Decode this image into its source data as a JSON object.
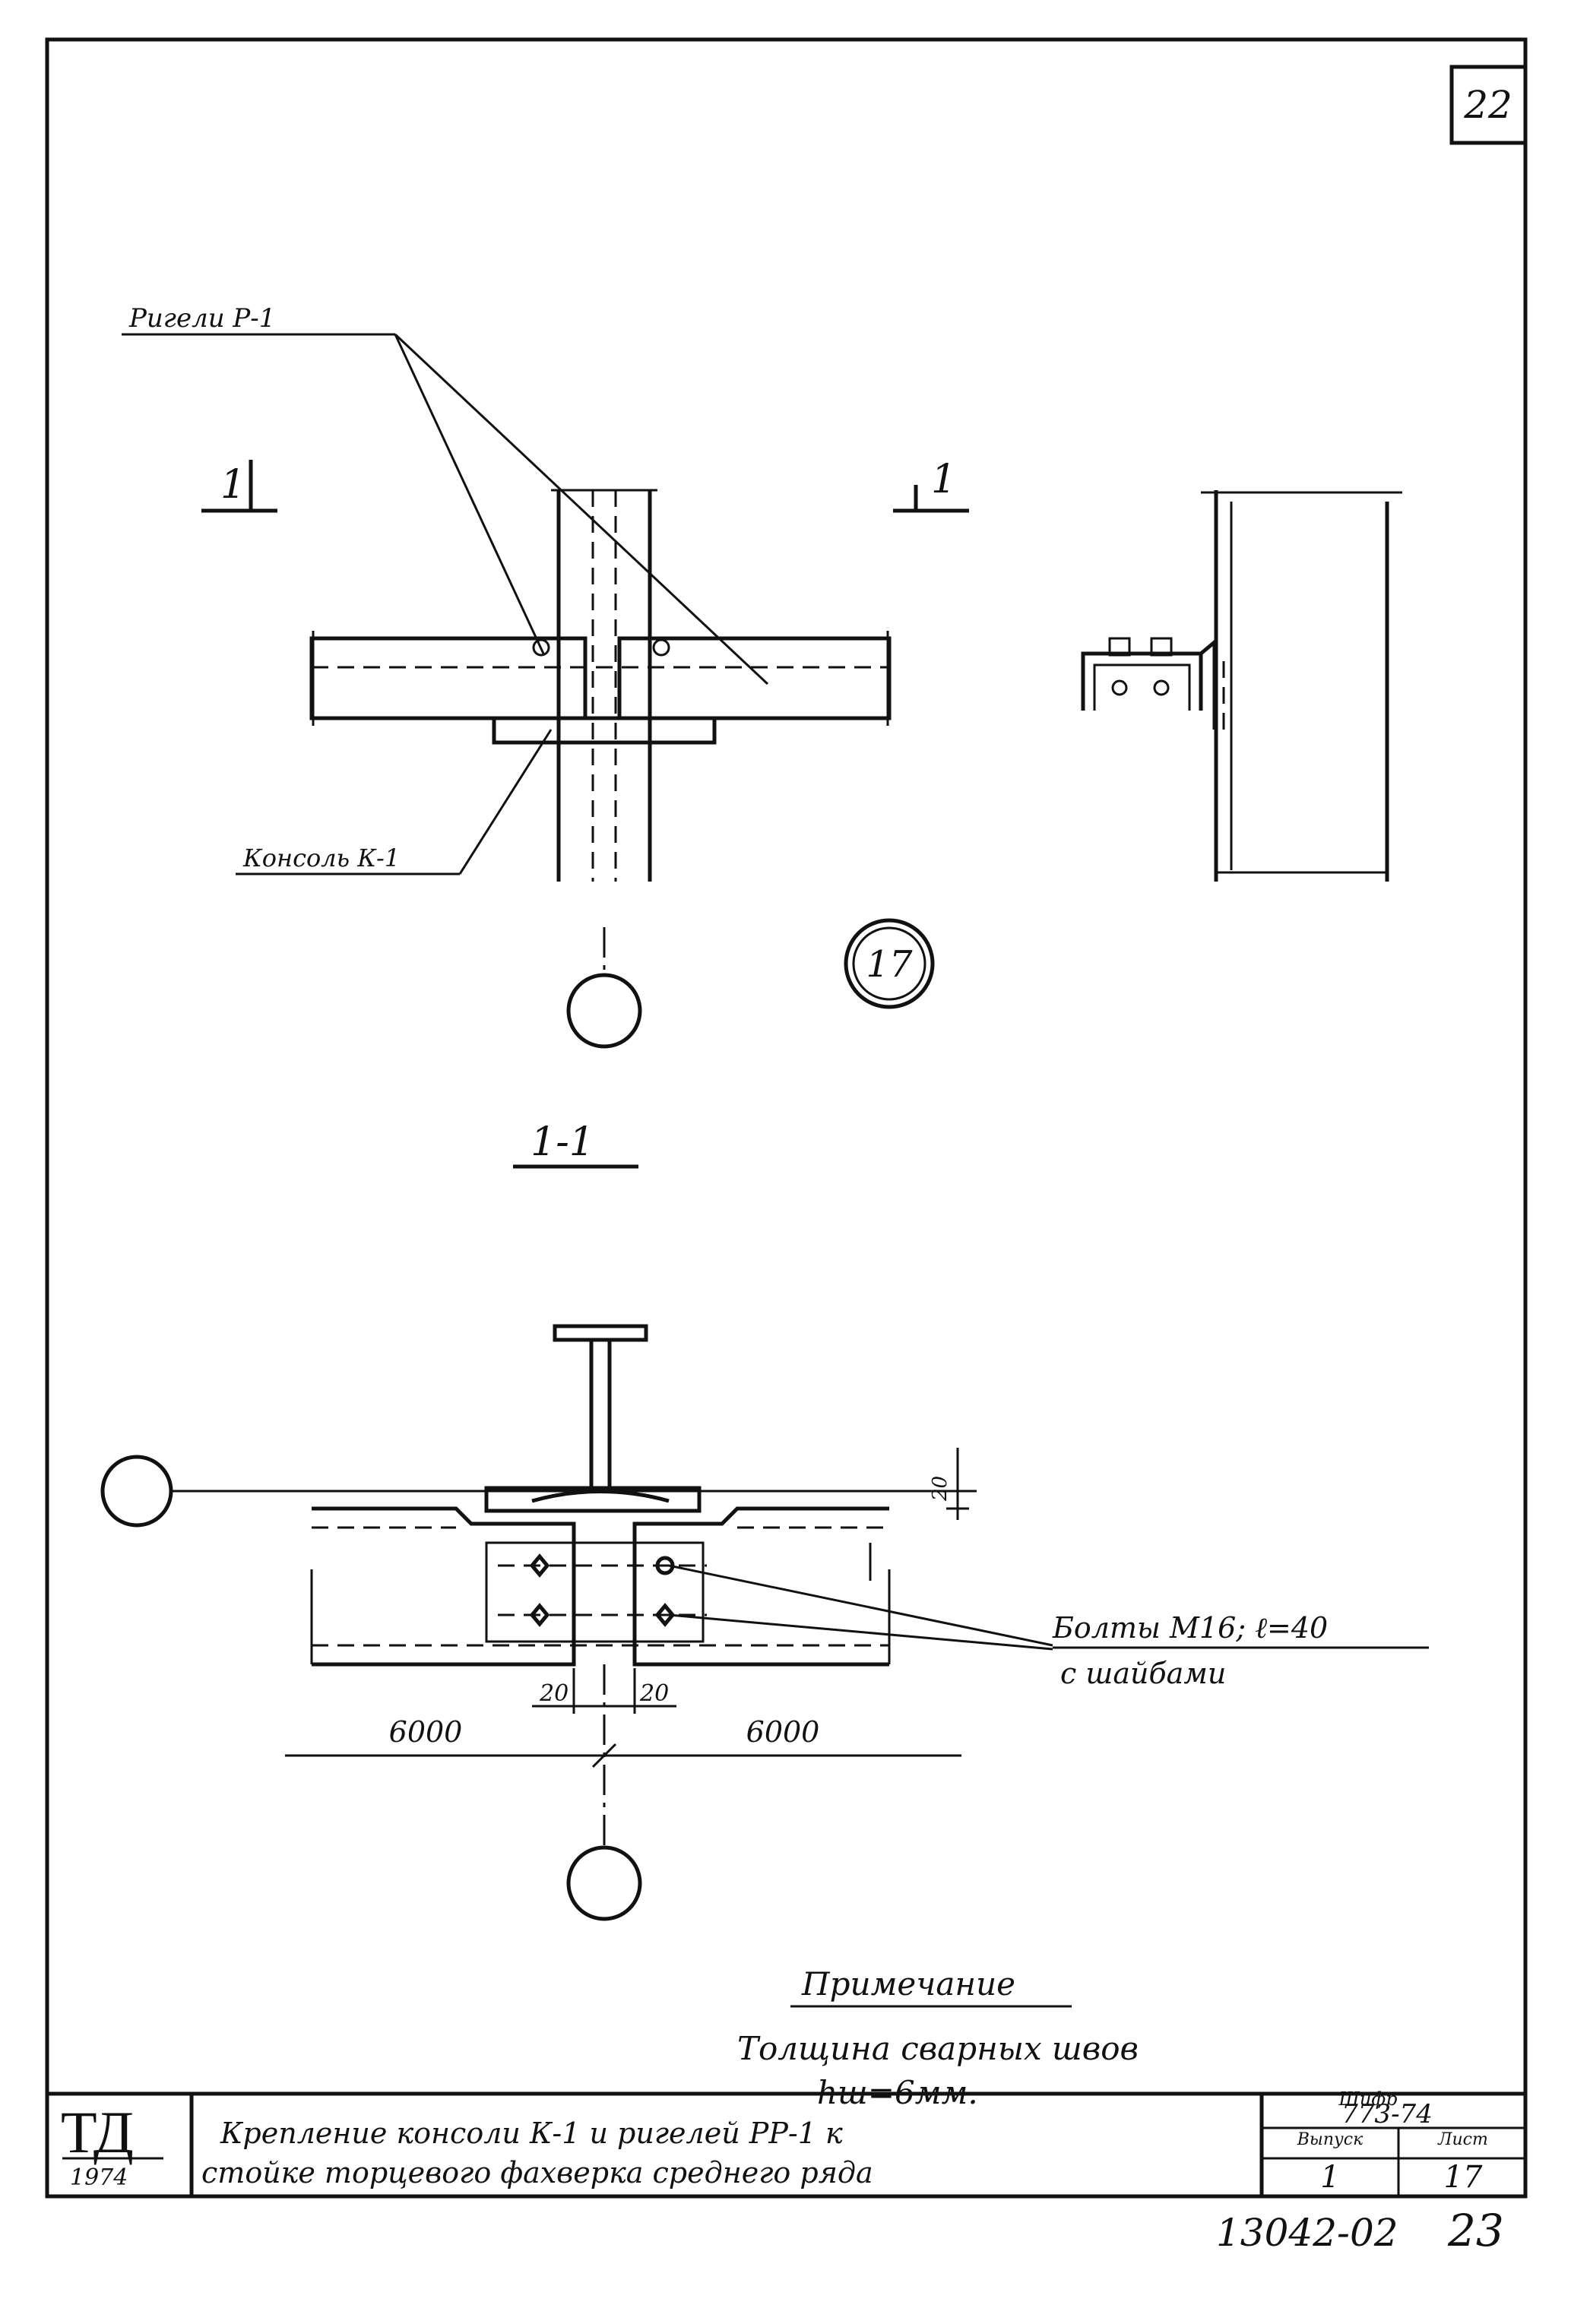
{
  "sheet": {
    "page_number": "22",
    "bottom_number": "23",
    "archive_code": "13042-02",
    "detail_marker": "17",
    "section_mark": "1",
    "section_title": "1-1"
  },
  "callouts": {
    "rigels_label": "Ригели Р-1",
    "console_label": "Консоль К-1",
    "bolts_line1": "Болты М16; ℓ=40",
    "bolts_line2": "с шайбами"
  },
  "dimensions": {
    "left_bay": "6000",
    "right_bay": "6000",
    "offset_left": "20",
    "offset_right": "20",
    "vertical_dim": "20"
  },
  "note": {
    "heading": "Примечание",
    "line1": "Толщина сварных швов",
    "line2": "hш=6мм."
  },
  "title_block": {
    "logo": "ТД",
    "year": "1974",
    "title_line1": "Крепление консоли К-1 и ригелей РР-1 к",
    "title_line2": "стойке торцевого фахверка среднего ряда",
    "cipher_label": "Шифр",
    "cipher_value": "773-74",
    "issue_label": "Выпуск",
    "issue_value": "1",
    "sheet_label": "Лист",
    "sheet_value": "17"
  }
}
